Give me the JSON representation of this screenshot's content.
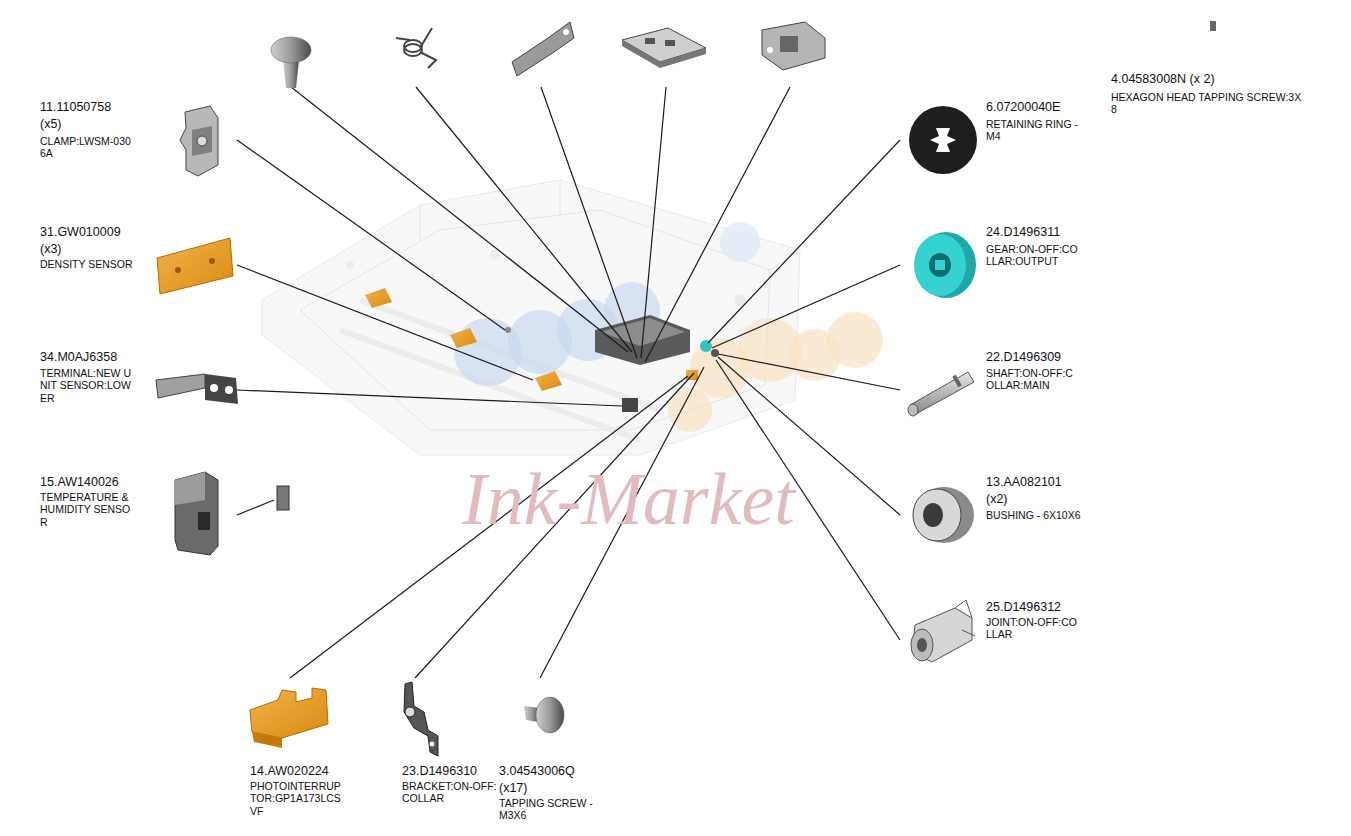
{
  "diagram": {
    "labels": [
      "4.04583008N (x 2)",
      "HEXAGON HEAD TAPPING SCREW:3X 8",
      "11.11050758",
      "(x5)",
      "CLAMP:LWSM-030 6A",
      "6.07200040E",
      "RETAINING RING - M4",
      "31.GW010009",
      "(x3)",
      "DENSITY SENSOR",
      "24.D1496311",
      "GEAR:ON-OFF:CO LLAR:OUTPUT",
      "34.M0AJ6358",
      "TERMINAL:NEW U NIT SENSOR:LOW ER",
      "22.D1496309",
      "SHAFT:ON-OFF:C OLLAR:MAIN",
      "15.AW140026",
      "TEMPERATURE & HUMIDITY SENSO R",
      "13.AA082101",
      "(x2)",
      "BUSHING - 6X10X6",
      "25.D1496312",
      "JOINT:ON-OFF:CO LLAR",
      "14.AW020224",
      "PHOTOINTERRUP TOR:GP1A173LCS VF",
      "23.D1496310",
      "BRACKET:ON-OFF: COLLAR",
      "3.04543006Q",
      "(x17)",
      "TAPPING SCREW - M3X6",
      "Ink-Market"
    ]
  }
}
